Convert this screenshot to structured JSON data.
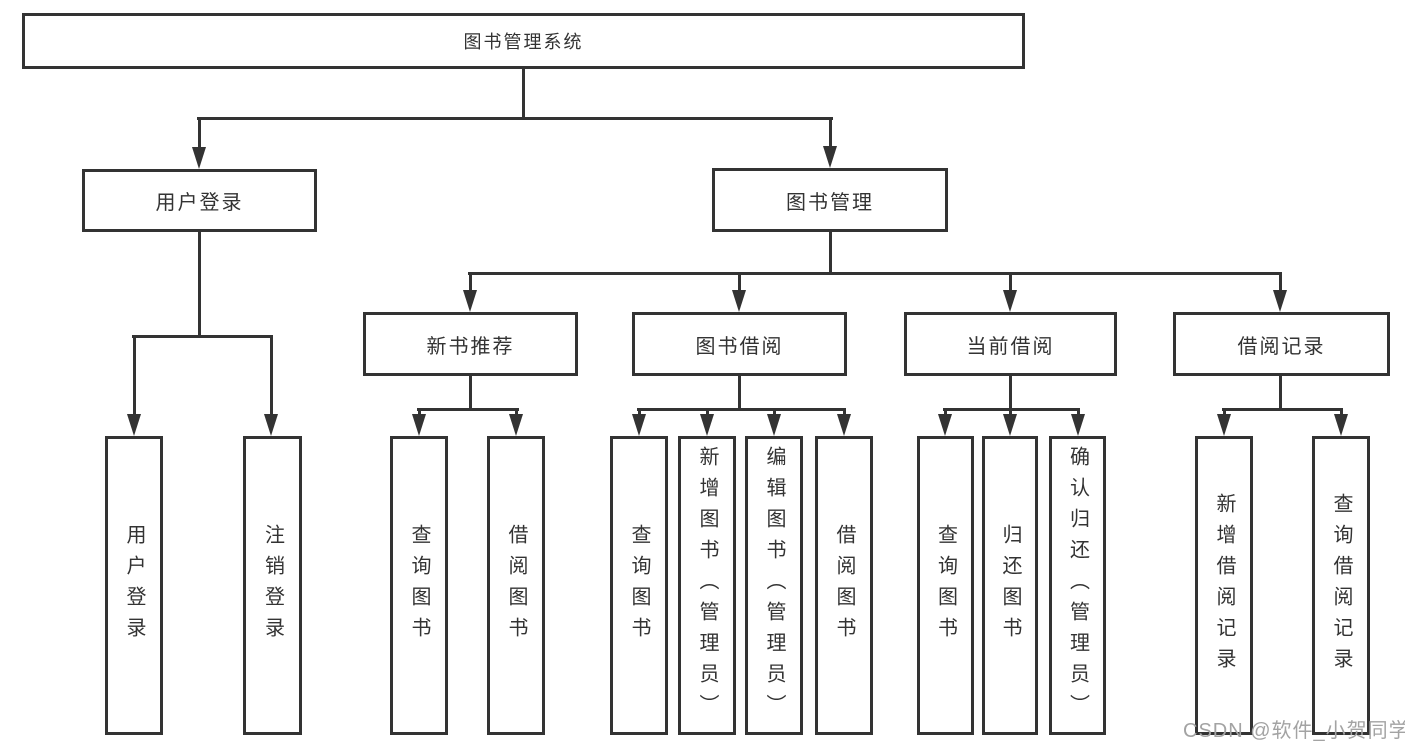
{
  "diagram": {
    "root": {
      "label": "图书管理系统"
    },
    "level2": [
      {
        "label": "用户登录"
      },
      {
        "label": "图书管理"
      }
    ],
    "level3": [
      {
        "label": "新书推荐"
      },
      {
        "label": "图书借阅"
      },
      {
        "label": "当前借阅"
      },
      {
        "label": "借阅记录"
      }
    ],
    "leaves": {
      "user_login": [
        {
          "label": "用户登录"
        },
        {
          "label": "注销登录"
        }
      ],
      "new_book": [
        {
          "label": "查询图书"
        },
        {
          "label": "借阅图书"
        }
      ],
      "book_borrow": [
        {
          "label": "查询图书"
        },
        {
          "label": "新增图书（管理员）"
        },
        {
          "label": "编辑图书（管理员）"
        },
        {
          "label": "借阅图书"
        }
      ],
      "current_borrow": [
        {
          "label": "查询图书"
        },
        {
          "label": "归还图书"
        },
        {
          "label": "确认归还（管理员）"
        }
      ],
      "borrow_records": [
        {
          "label": "新增借阅记录"
        },
        {
          "label": "查询借阅记录"
        }
      ]
    }
  },
  "watermark": {
    "text": "CSDN @软件_小贺同学"
  },
  "colors": {
    "line": "#333333",
    "text": "#333333",
    "background": "#ffffff",
    "watermark": "#a3a3a3"
  }
}
